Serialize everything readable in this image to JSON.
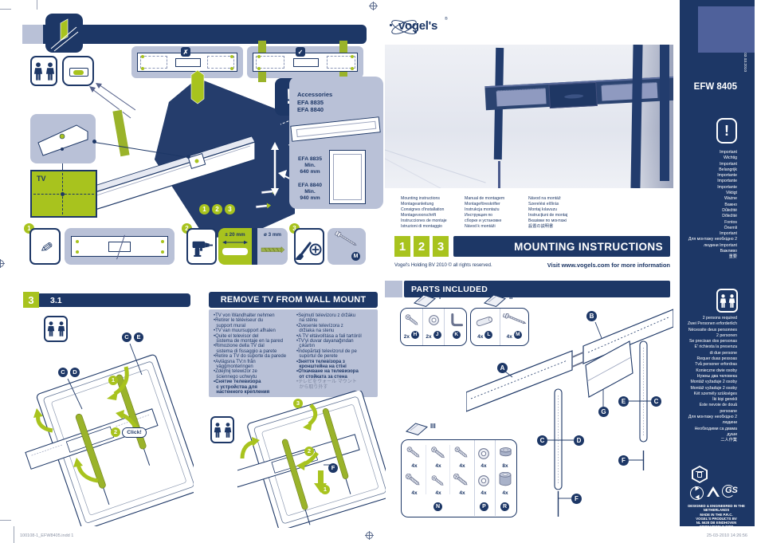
{
  "page": {
    "footer_left": "100108-1_EFW8405.indd   1",
    "footer_right": "25-03-2010   14:26:56"
  },
  "brand": {
    "logo_text": "vogel's",
    "registered": "®"
  },
  "assembly": {
    "bad_mark": "✗",
    "good_mark": "✓",
    "warning_mark": "!",
    "tv_label": "TV",
    "accessories_header": "Accessories\nEFA 8835\nEFA 8840",
    "spec1": "EFA 8835\nMin.\n640 mm",
    "spec2": "EFA 8840\nMin.\n940 mm",
    "steps": [
      "1",
      "2",
      "3"
    ],
    "dim_tolerance": "± 20 mm",
    "dim_diameter": "ø 3 mm",
    "screw_label": "M"
  },
  "title_block": {
    "languages_col1": "Mounting instructions\nMontageanleitung\nConsignes d'installation\nMontagevoorschrift\nInstrucciones de montaje\nIstruzioni di montaggio",
    "languages_col2": "Manual de montagem\nMontageföreskrifter\nInstrukcja montażu\nИнструкция по\nсборке и установке\nNávod k montáži",
    "languages_col3": "Návod na montáž\nSzerelési előírás\nMontaj kılavuzu\nInstrucţiuni de montaj\nВказівки по монтажі\n設置の説明書",
    "steps": [
      "1",
      "2",
      "3"
    ],
    "title": "MOUNTING INSTRUCTIONS",
    "copyright": "Vogel's Holding BV 2010 © all rights reserved.",
    "visit": "Visit www.vogels.com for more information"
  },
  "sidebar": {
    "date_vertical": "03.03.2010",
    "model": "EFW 8405",
    "warning_mark": "!",
    "important_list": "Important\nWichtig\nImportant\nBelangrijk\nImportante\nImportante\nImportante\nViktigt\nWażne\nВажно\nDůležité\nDôležité\nFontos\nÖnemli\nImportant\nДля монтажу необхідно 2\nлюдини Important\nВажливо\n重要",
    "persons_list": "2 persons required\nZwei Personen erforderlich\nNécessite deux personnes\n2 personen\nSe precisan dos personas\nE' richiesta la presenza\ndi due persone\nRequer duas pessoas\nTvå personer erfordras\nKonieczne dwie osoby\nНужны два человека\nMontáž vyžaduje 2 osoby\nMontáž vyžaduje 2 osoby\nKét személy szükséges\nİki kişi gerekli\nEste nevoie de două\npersoane\nДля монтажу необхідно 2\nлюдини\nНеобходими са двама\nдуши\n二人作業",
    "gs_label": "GS",
    "footer_text": "DESIGNED & ENGINEERED IN THE NETHERLANDS\nMADE IN THE P.R.C.\nVOGEL'S PRODUCTS BV\nNL 5628 DB EINDHOVEN\nWWW.VOGELS.COM"
  },
  "section3": {
    "number": "3",
    "sub": "3.1",
    "click": "Click!",
    "label_c": "C",
    "label_d": "D",
    "label_e": "E",
    "label_f": "F",
    "steps": [
      "1",
      "2",
      "3"
    ]
  },
  "remove": {
    "title": "REMOVE TV FROM WALL MOUNT",
    "col1_normal": "•TV von Wandhalter nehmen\n•Retirer le téléviseur du\n  support mural\n•TV van muursupport afhalen\n•Quite el televisor del\n  sistema de montaje en la pared\n•Rimozione della TV dal\n  sistema di fissaggio a parete\n•Retire a TV do suporte da parede\n•Avlägsna TV:n från\n  väggmonteringen\n•Zdejmij telewizor ze\n  ściennego uchwytu",
    "col1_bold": "•Снятие телевизора\n  с устройства для\n  настенного крепления",
    "col2_normal": "•Sejmutí televizoru z držáku\n  na stěnu\n•Zvesenie televízora z\n  držiaka na stenu\n•A TV eltávolítása a fali tartóról\n•TV'yi duvar dayanağından\n  çıkartın\n•Îndepărtaţi televizorul de pe\n  suportul de perete",
    "col2_bold": "•Зняття телевізора з\n  кронштейна на стіні\n•Откачване на телевизора\n  от стойката за стена",
    "col2_gray": "•テレビをウォール マウント\n  から取り外す"
  },
  "parts": {
    "title": "PARTS INCLUDED",
    "roman1": "I",
    "roman2": "II",
    "roman3": "III",
    "g1": [
      {
        "qty": "2x",
        "id": "H"
      },
      {
        "qty": "2x",
        "id": "J"
      },
      {
        "qty": "",
        "id": "K"
      }
    ],
    "g2": [
      {
        "qty": "4x",
        "id": "L"
      },
      {
        "qty": "4x",
        "id": "M"
      }
    ],
    "g3_row1": [
      "4x",
      "4x",
      "4x",
      "4x",
      "8x"
    ],
    "g3_row2": [
      "4x",
      "4x",
      "4x",
      "4x",
      "4x"
    ],
    "g3_ids": [
      "N",
      "P",
      "R"
    ],
    "labels": {
      "a": "A",
      "b": "B",
      "c": "C",
      "d": "D",
      "e": "E",
      "f": "F",
      "g": "G"
    }
  }
}
